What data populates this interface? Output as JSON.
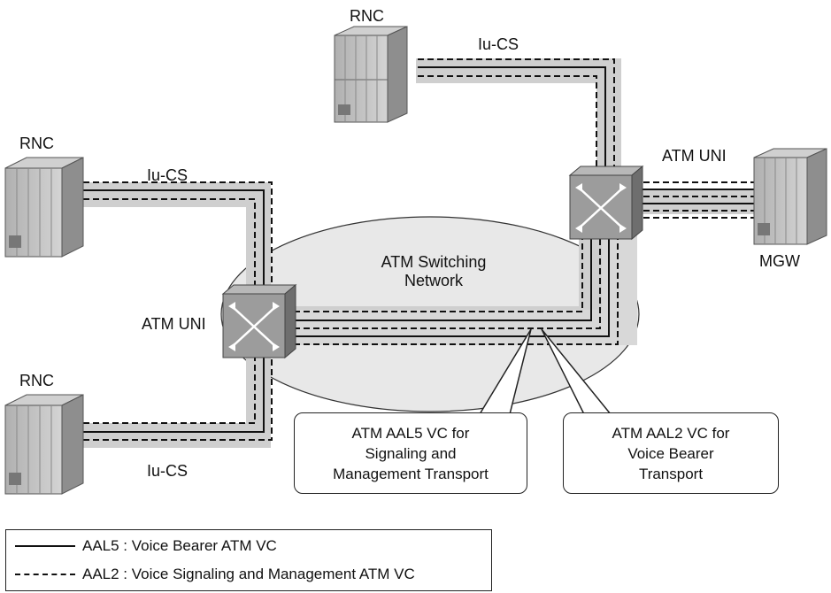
{
  "nodes": {
    "rnc_top": "RNC",
    "rnc_left": "RNC",
    "rnc_bottom": "RNC",
    "mgw": "MGW"
  },
  "links": {
    "iucs_top": "Iu-CS",
    "iucs_left": "Iu-CS",
    "iucs_bottom": "Iu-CS",
    "atm_uni_left": "ATM UNI",
    "atm_uni_right": "ATM UNI"
  },
  "network": {
    "line1": "ATM Switching",
    "line2": "Network"
  },
  "callouts": {
    "aal5": [
      "ATM AAL5 VC for",
      "Signaling and",
      "Management Transport"
    ],
    "aal2": [
      "ATM AAL2 VC for",
      "Voice Bearer",
      "Transport"
    ]
  },
  "legend": {
    "solid": "AAL5 : Voice Bearer ATM VC",
    "dashed": "AAL2 : Voice Signaling and Management ATM VC"
  },
  "colors": {
    "rack_fill": "#c8c8c8",
    "switch_fill": "#9a9a9a",
    "cloud_fill": "#e6e6e6",
    "tube": "#cfcfcf"
  }
}
